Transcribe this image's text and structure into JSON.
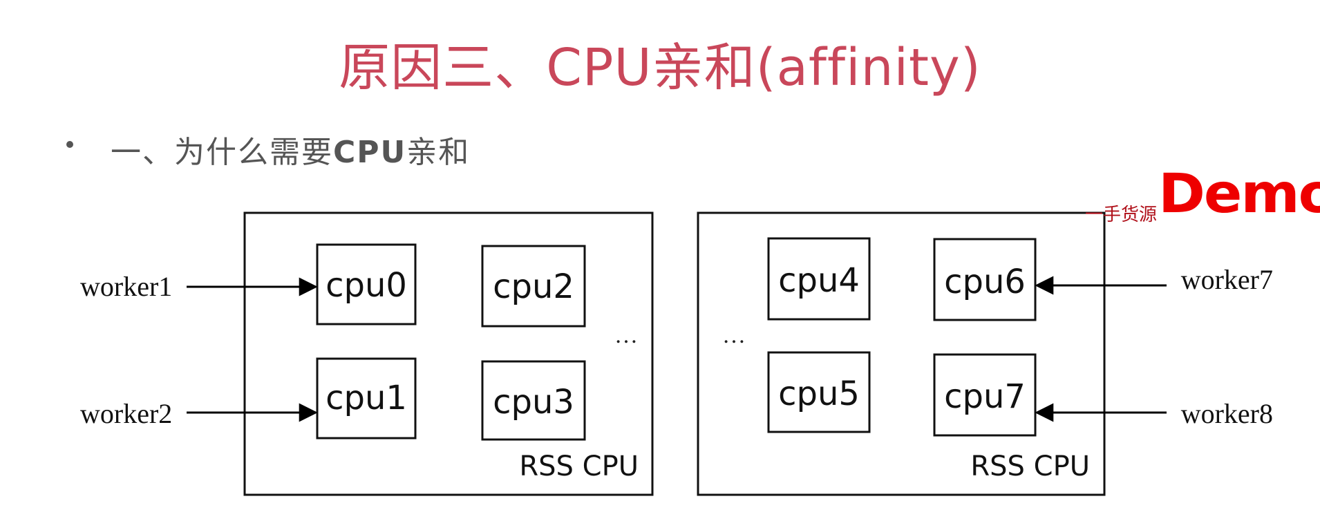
{
  "title": "原因三、CPU亲和(affinity)",
  "bullet": {
    "prefix": "一、为什么需要",
    "bold": "CPU",
    "suffix": "亲和"
  },
  "watermark": {
    "demo": "Demo",
    "text": "一手货源"
  },
  "groups": [
    {
      "rss_label": "RSS CPU",
      "ellipsis": "…",
      "cpus": [
        "cpu0",
        "cpu1",
        "cpu2",
        "cpu3"
      ]
    },
    {
      "rss_label": "RSS CPU",
      "ellipsis": "…",
      "cpus": [
        "cpu4",
        "cpu5",
        "cpu6",
        "cpu7"
      ]
    }
  ],
  "workers": [
    {
      "label": "worker1",
      "target": "cpu0"
    },
    {
      "label": "worker2",
      "target": "cpu1"
    },
    {
      "label": "worker7",
      "target": "cpu6"
    },
    {
      "label": "worker8",
      "target": "cpu7"
    }
  ]
}
